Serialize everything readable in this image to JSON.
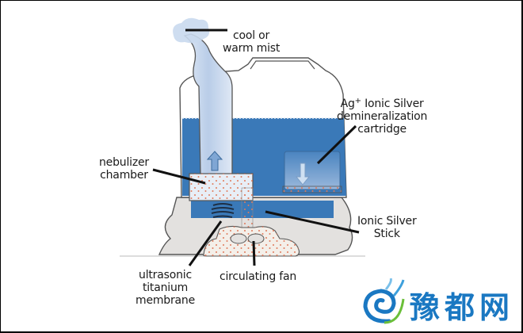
{
  "diagram": {
    "title": "Ultrasonic humidifier cutaway",
    "labels": {
      "mist_line1": "cool or",
      "mist_line2": "warm mist",
      "cartridge_line1_prefix": "Ag",
      "cartridge_line1_sup": "+",
      "cartridge_line1_suffix": " Ionic Silver",
      "cartridge_line2": "demineralization",
      "cartridge_line3": "cartridge",
      "nebulizer_line1": "nebulizer",
      "nebulizer_line2": "chamber",
      "stick_line1": "Ionic Silver",
      "stick_line2": "Stick",
      "membrane_line1": "ultrasonic",
      "membrane_line2": "titanium",
      "membrane_line3": "membrane",
      "fan": "circulating fan"
    },
    "colors": {
      "water": "#3a79b8",
      "water_light": "#5b93c9",
      "mist": "#c9d9ee",
      "base": "#e3e1df",
      "particles": "#e07a5a",
      "outline": "#4a4a4a"
    }
  },
  "watermark": {
    "text": "豫都网",
    "icon": "spiral-logo-icon",
    "color": "#1a78c2"
  }
}
